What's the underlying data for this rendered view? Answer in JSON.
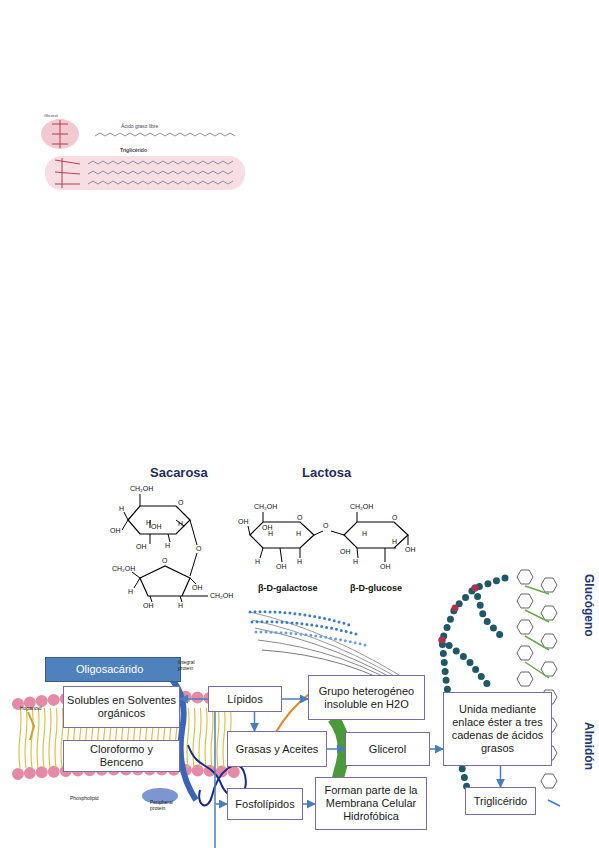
{
  "diagram": {
    "nodes": [
      {
        "text": [
          "Oligosacárido"
        ]
      },
      {
        "text": [
          "Solubles en Solventes orgánicos"
        ]
      },
      {
        "text": [
          "Lípidos"
        ]
      },
      {
        "text": [
          "Grupo heterogéneo insoluble en H2O"
        ]
      },
      {
        "text": [
          "Cloroformo y Benceno"
        ]
      },
      {
        "text": [
          "Grasas y Aceites"
        ]
      },
      {
        "text": [
          "Glicerol"
        ]
      },
      {
        "text": [
          "Unida mediante enlace éster a tres cadenas de ácidos grasos"
        ]
      },
      {
        "text": [
          "Fosfolípidos"
        ]
      },
      {
        "text": [
          "Forman parte de la Membrana Celular Hidrofóbica"
        ]
      },
      {
        "text": [
          "Triglicérido"
        ]
      }
    ],
    "edges": [
      {
        "from": 2,
        "to": 1,
        "arrow": "to"
      },
      {
        "from": 2,
        "to": 3,
        "arrow": "to"
      },
      {
        "from": 2,
        "to": 5,
        "arrow": "to"
      },
      {
        "from": 2,
        "to": 8,
        "arrow": "to"
      },
      {
        "from": 5,
        "to": 6,
        "arrow": "to"
      },
      {
        "from": 6,
        "to": 7,
        "arrow": "to"
      },
      {
        "from": 8,
        "to": 9,
        "arrow": "to"
      },
      {
        "from": 7,
        "to": 10,
        "arrow": "to"
      }
    ],
    "labels": [
      "Glicerol",
      "Ácido graso libre",
      "Triglicérido",
      "Sacarosa",
      "Lactosa",
      "CH₂OH",
      "O",
      "H",
      "OH",
      "H",
      "H",
      "OH",
      "H",
      "OH",
      "O",
      "CH₂OH",
      "O",
      "H",
      "OH",
      "CH₂OH",
      "OH",
      "H",
      "CH₂OH",
      "OH",
      "O",
      "H",
      "OH",
      "H",
      "H",
      "H",
      "OH",
      "O",
      "CH₂OH",
      "O",
      "OH",
      "H",
      "OH",
      "H",
      "H",
      "OH",
      "β-D-galactose",
      "β-D-glucose",
      "Glucógeno",
      "Almidón",
      "Integral protein",
      "Hopanoid",
      "Phospholipid",
      "Peripheral protein"
    ]
  }
}
